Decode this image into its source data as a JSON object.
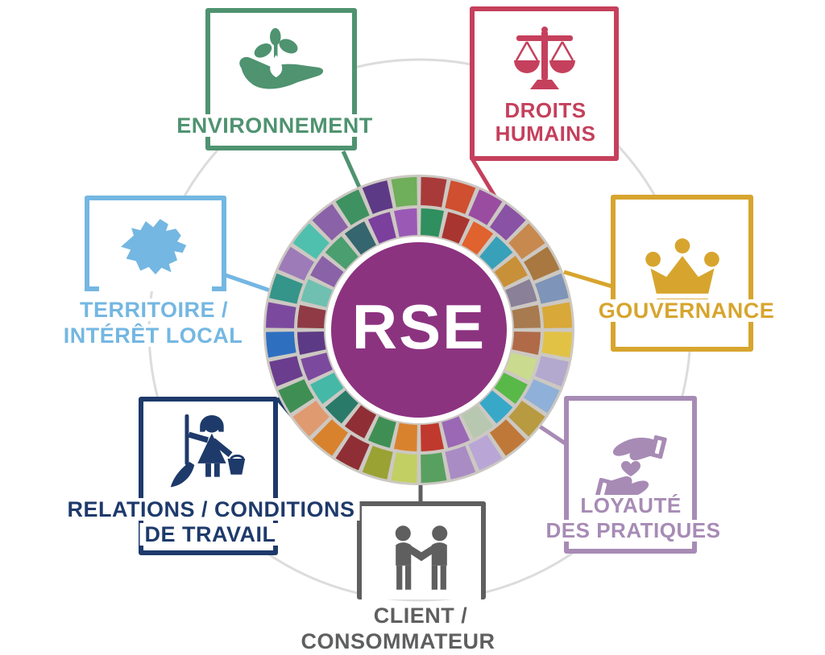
{
  "center": {
    "label": "RSE",
    "circle_color": "#8C3380",
    "label_color": "#FFFFFF"
  },
  "decor": {
    "orbit_color": "#DCDCDC",
    "grout_color": "#CCC8C2"
  },
  "mosaic": {
    "outer_colors": [
      "#A93A3A",
      "#CF4F30",
      "#9A4DA0",
      "#8952A5",
      "#C8894E",
      "#A87840",
      "#7E94B8",
      "#D8A838",
      "#E2C245",
      "#B3A8CD",
      "#8FB0D8",
      "#B89A40",
      "#C07838",
      "#B9A6D6",
      "#A98CC4",
      "#58A060",
      "#C2CF62",
      "#9AA233",
      "#8F2F35",
      "#D9822E",
      "#E09A70",
      "#3F8F55",
      "#6A3D8F",
      "#2E6FC0",
      "#7B4A9E",
      "#35958A",
      "#9D7BB8",
      "#4FC0AD",
      "#8A62A8",
      "#3E9161",
      "#5D3A85",
      "#6FAE5A"
    ],
    "inner_colors": [
      "#2F8F5F",
      "#A93530",
      "#E0622E",
      "#38A0B8",
      "#C89038",
      "#8A8098",
      "#A87A50",
      "#B06A48",
      "#CADA8E",
      "#58B848",
      "#38A8C8",
      "#B8C8B0",
      "#9A68B5",
      "#C0392E",
      "#D9822E",
      "#3F8F55",
      "#8F2F35",
      "#2A7A6A",
      "#45B8A8",
      "#7B4A9E",
      "#5D3A85",
      "#8F3A45",
      "#6FC0B0",
      "#8A62A8",
      "#4A9E6F",
      "#35656E",
      "#7B3F9E",
      "#9B59B6"
    ]
  },
  "nodes": {
    "environnement": {
      "label": "ENVIRONNEMENT",
      "color": "#4F9370",
      "icon": "hand-plant-icon"
    },
    "droits_humains": {
      "line1": "DROITS",
      "line2": "HUMAINS",
      "color": "#C5405C",
      "icon": "justice-scales-icon"
    },
    "gouvernance": {
      "label": "GOUVERNANCE",
      "color": "#D7A52E",
      "icon": "crown-icon"
    },
    "territoire": {
      "line1": "TERRITOIRE /",
      "line2": "INTÉRÊT LOCAL",
      "color": "#74B7E2",
      "icon": "map-region-icon"
    },
    "relations": {
      "line1": "RELATIONS / CONDITIONS",
      "line2": "DE TRAVAIL",
      "color": "#1E3A6B",
      "icon": "cleaning-person-icon"
    },
    "client": {
      "line1": "CLIENT /",
      "line2": "CONSOMMATEUR",
      "color": "#5F5F5F",
      "icon": "handshake-icon"
    },
    "loyaute": {
      "line1": "LOYAUTÉ",
      "line2": "DES PRATIQUES",
      "color": "#A78BB5",
      "icon": "hands-heart-icon"
    }
  }
}
